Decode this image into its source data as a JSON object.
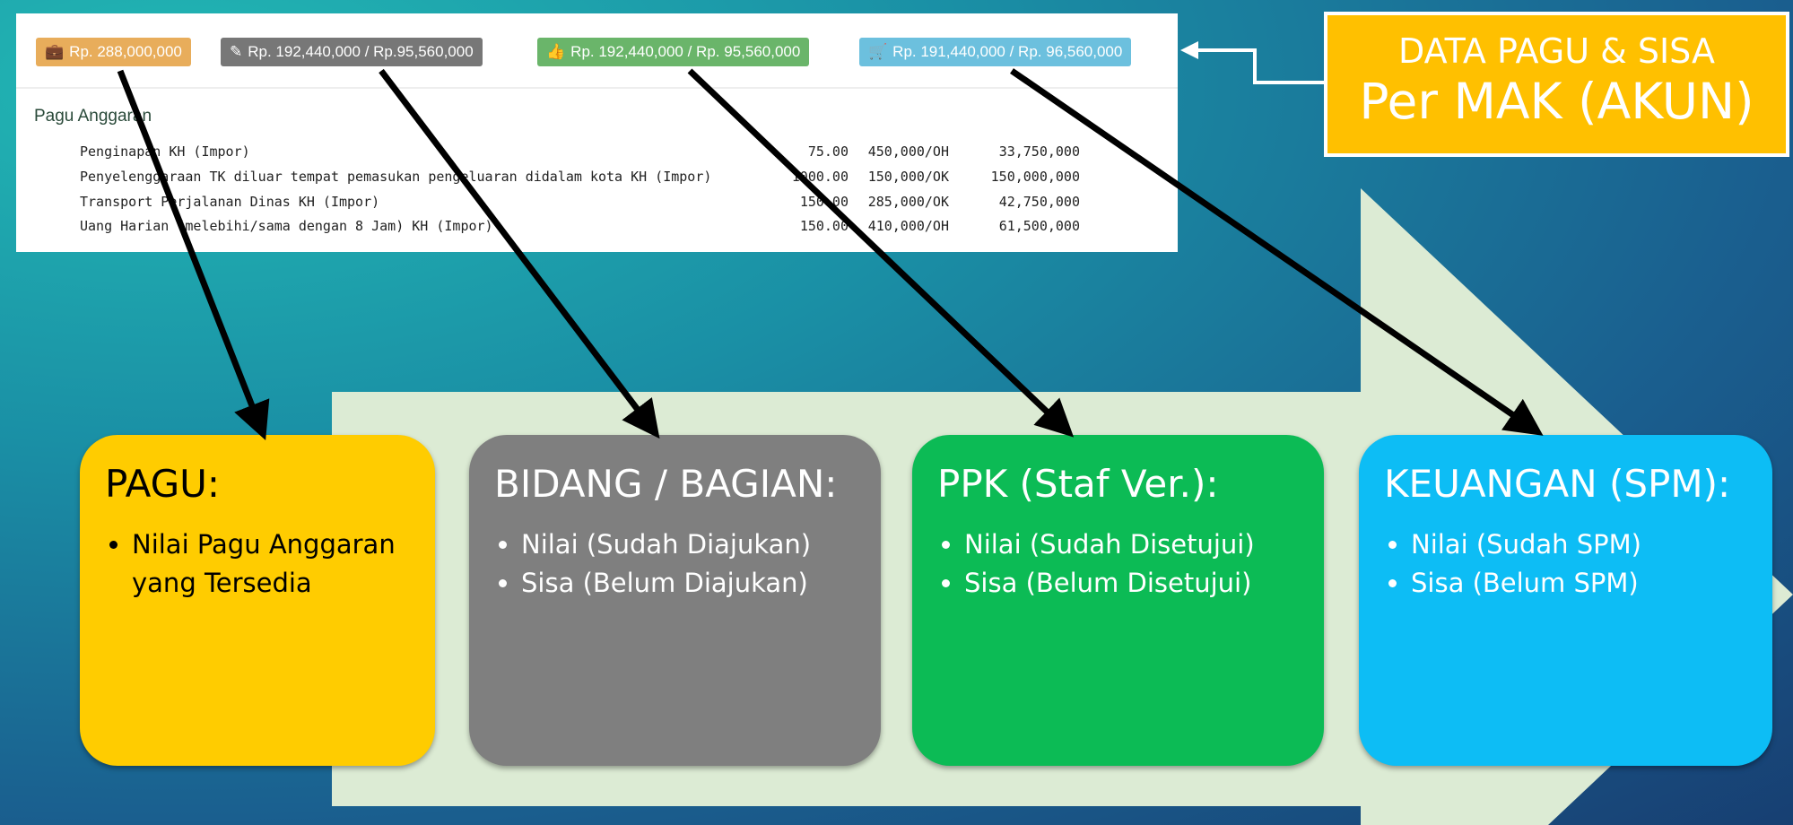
{
  "badges": [
    {
      "icon": "briefcase-icon",
      "label": "Rp. 288,000,000",
      "color": "#e8ad5b"
    },
    {
      "icon": "edit-icon",
      "label": "Rp. 192,440,000 / Rp.95,560,000",
      "color": "#777777"
    },
    {
      "icon": "thumbs-up-icon",
      "label": "Rp. 192,440,000 / Rp. 95,560,000",
      "color": "#6ab56a"
    },
    {
      "icon": "cart-icon",
      "label": "Rp. 191,440,000 / Rp. 96,560,000",
      "color": "#6cc0de"
    }
  ],
  "pagu": {
    "title": "Pagu Anggaran",
    "rows": [
      {
        "name": "Penginapan KH (Impor)",
        "qty": "75.00",
        "price": "450,000/OH",
        "total": "33,750,000"
      },
      {
        "name": "Penyelenggaraan TK diluar tempat pemasukan pengeluaran didalam kota KH (Impor)",
        "qty": "1000.00",
        "price": "150,000/OK",
        "total": "150,000,000"
      },
      {
        "name": "Transport Perjalanan Dinas KH (Impor)",
        "qty": "150.00",
        "price": "285,000/OK",
        "total": "42,750,000"
      },
      {
        "name": "Uang Harian (melebihi/sama dengan 8 Jam) KH (Impor)",
        "qty": "150.00",
        "price": "410,000/OH",
        "total": "61,500,000"
      }
    ]
  },
  "callout": {
    "line1": "DATA PAGU & SISA",
    "line2": "Per MAK (AKUN)"
  },
  "boxes": [
    {
      "title": "PAGU:",
      "items": [
        "Nilai Pagu Anggaran yang Tersedia"
      ],
      "color": "#ffcc00",
      "text": "#000000"
    },
    {
      "title": "BIDANG / BAGIAN:",
      "items": [
        "Nilai (Sudah Diajukan)",
        "Sisa (Belum Diajukan)"
      ],
      "color": "#7f7f7f",
      "text": "#ffffff"
    },
    {
      "title": "PPK (Staf Ver.):",
      "items": [
        "Nilai (Sudah Disetujui)",
        "Sisa (Belum Disetujui)"
      ],
      "color": "#0cbb55",
      "text": "#ffffff"
    },
    {
      "title": "KEUANGAN (SPM):",
      "items": [
        "Nilai (Sudah SPM)",
        "Sisa (Belum SPM)"
      ],
      "color": "#0dbdf5",
      "text": "#ffffff"
    }
  ]
}
